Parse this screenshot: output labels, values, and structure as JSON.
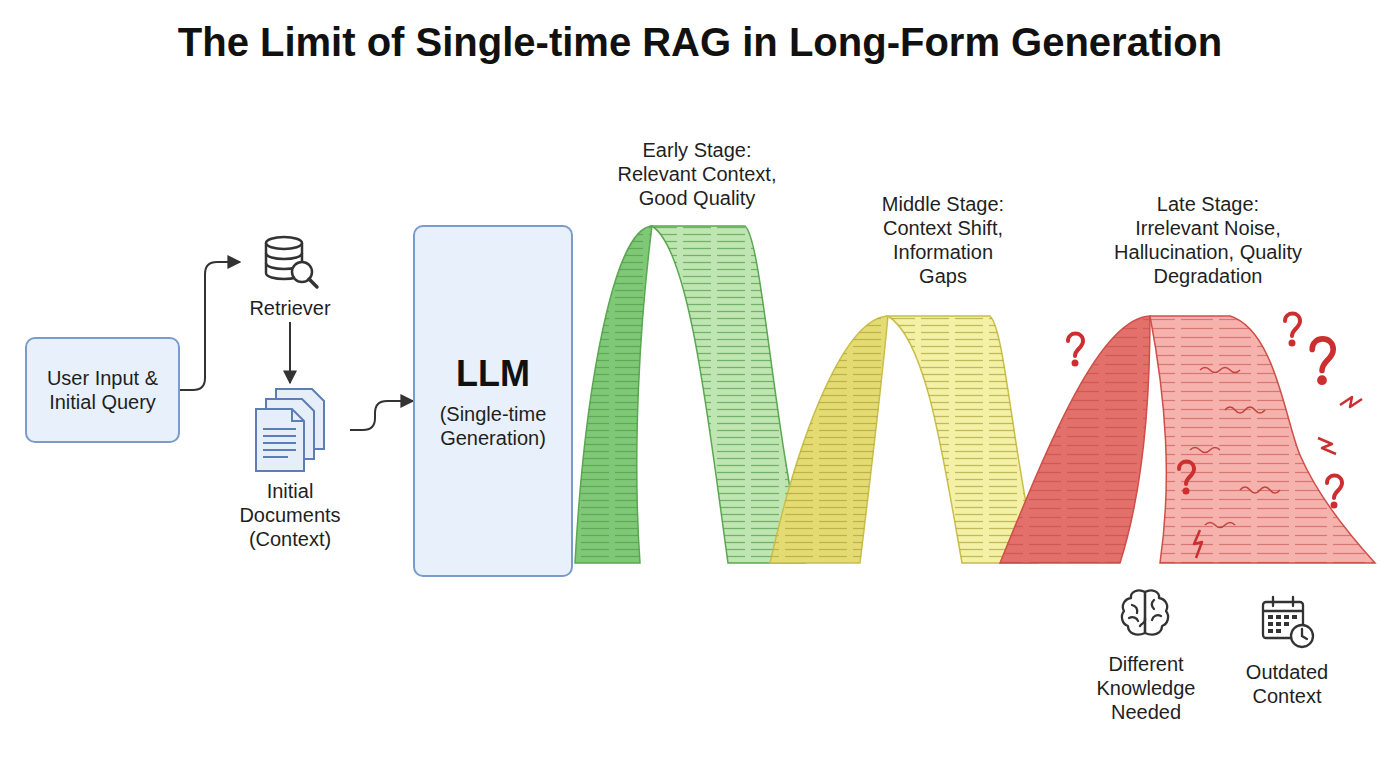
{
  "diagram": {
    "title": "The Limit of Single-time RAG in Long-Form Generation",
    "nodes": [
      {
        "text": [
          "User Input & Initial Query"
        ]
      },
      {
        "text": [
          "Retriever"
        ]
      },
      {
        "text": [
          "Initial Documents (Context)"
        ]
      },
      {
        "text": [
          "LLM",
          "(Single-time Generation)"
        ]
      }
    ],
    "edges": [
      {
        "from": 0,
        "to": 1,
        "arrow": "to"
      },
      {
        "from": 1,
        "to": 2,
        "arrow": "to"
      },
      {
        "from": 2,
        "to": 3,
        "arrow": "to"
      }
    ],
    "labels": [
      "Early Stage: Relevant Context, Good Quality",
      "Middle Stage: Context Shift, Information Gaps",
      "Late Stage: Irrelevant Noise, Hallucination, Quality Degradation",
      "Different Knowledge Needed",
      "Outdated Context"
    ]
  }
}
